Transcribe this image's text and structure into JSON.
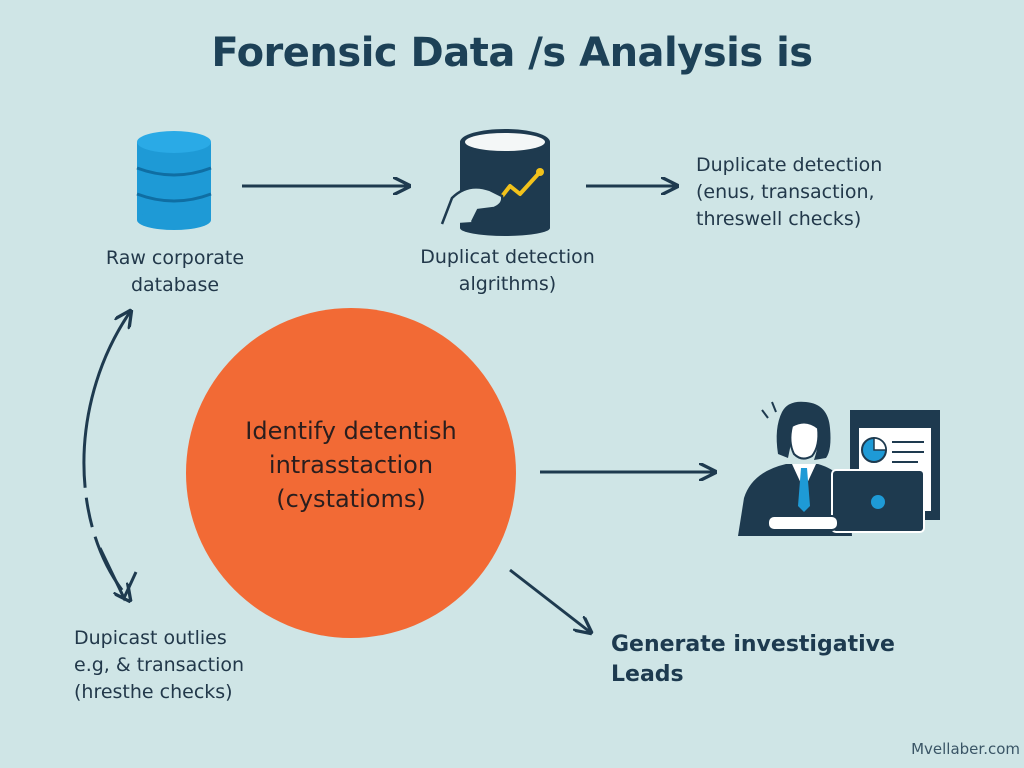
{
  "title": "Forensic Data /s Analysis is",
  "nodes": {
    "raw_db": {
      "line1": "Raw corporate",
      "line2": "database"
    },
    "algorithms": {
      "line1": "Duplicat detection",
      "line2": "algrithms)"
    },
    "duplicate": {
      "line1": "Duplicate detection",
      "line2": "(enus, transaction,",
      "line3": "threswell checks)"
    },
    "center": {
      "line1": "Identify detentish",
      "line2": "intrasstaction",
      "line3": "(cystatioms)"
    },
    "outliers": {
      "line1": "Dupicast outlies",
      "line2": "e.g, & transaction",
      "line3": "(hresthe checks)"
    },
    "leads": {
      "line1": "Generate investigative",
      "line2": "Leads"
    }
  },
  "watermark": "Mvellaber.com",
  "colors": {
    "background": "#cfe5e6",
    "circle": "#f26a35",
    "database": "#1e9ad6",
    "dark": "#1e3a4f",
    "accent_yellow": "#f2c21b"
  },
  "icons": [
    "database-icon",
    "analytics-cylinder-icon",
    "analyst-laptop-icon"
  ]
}
